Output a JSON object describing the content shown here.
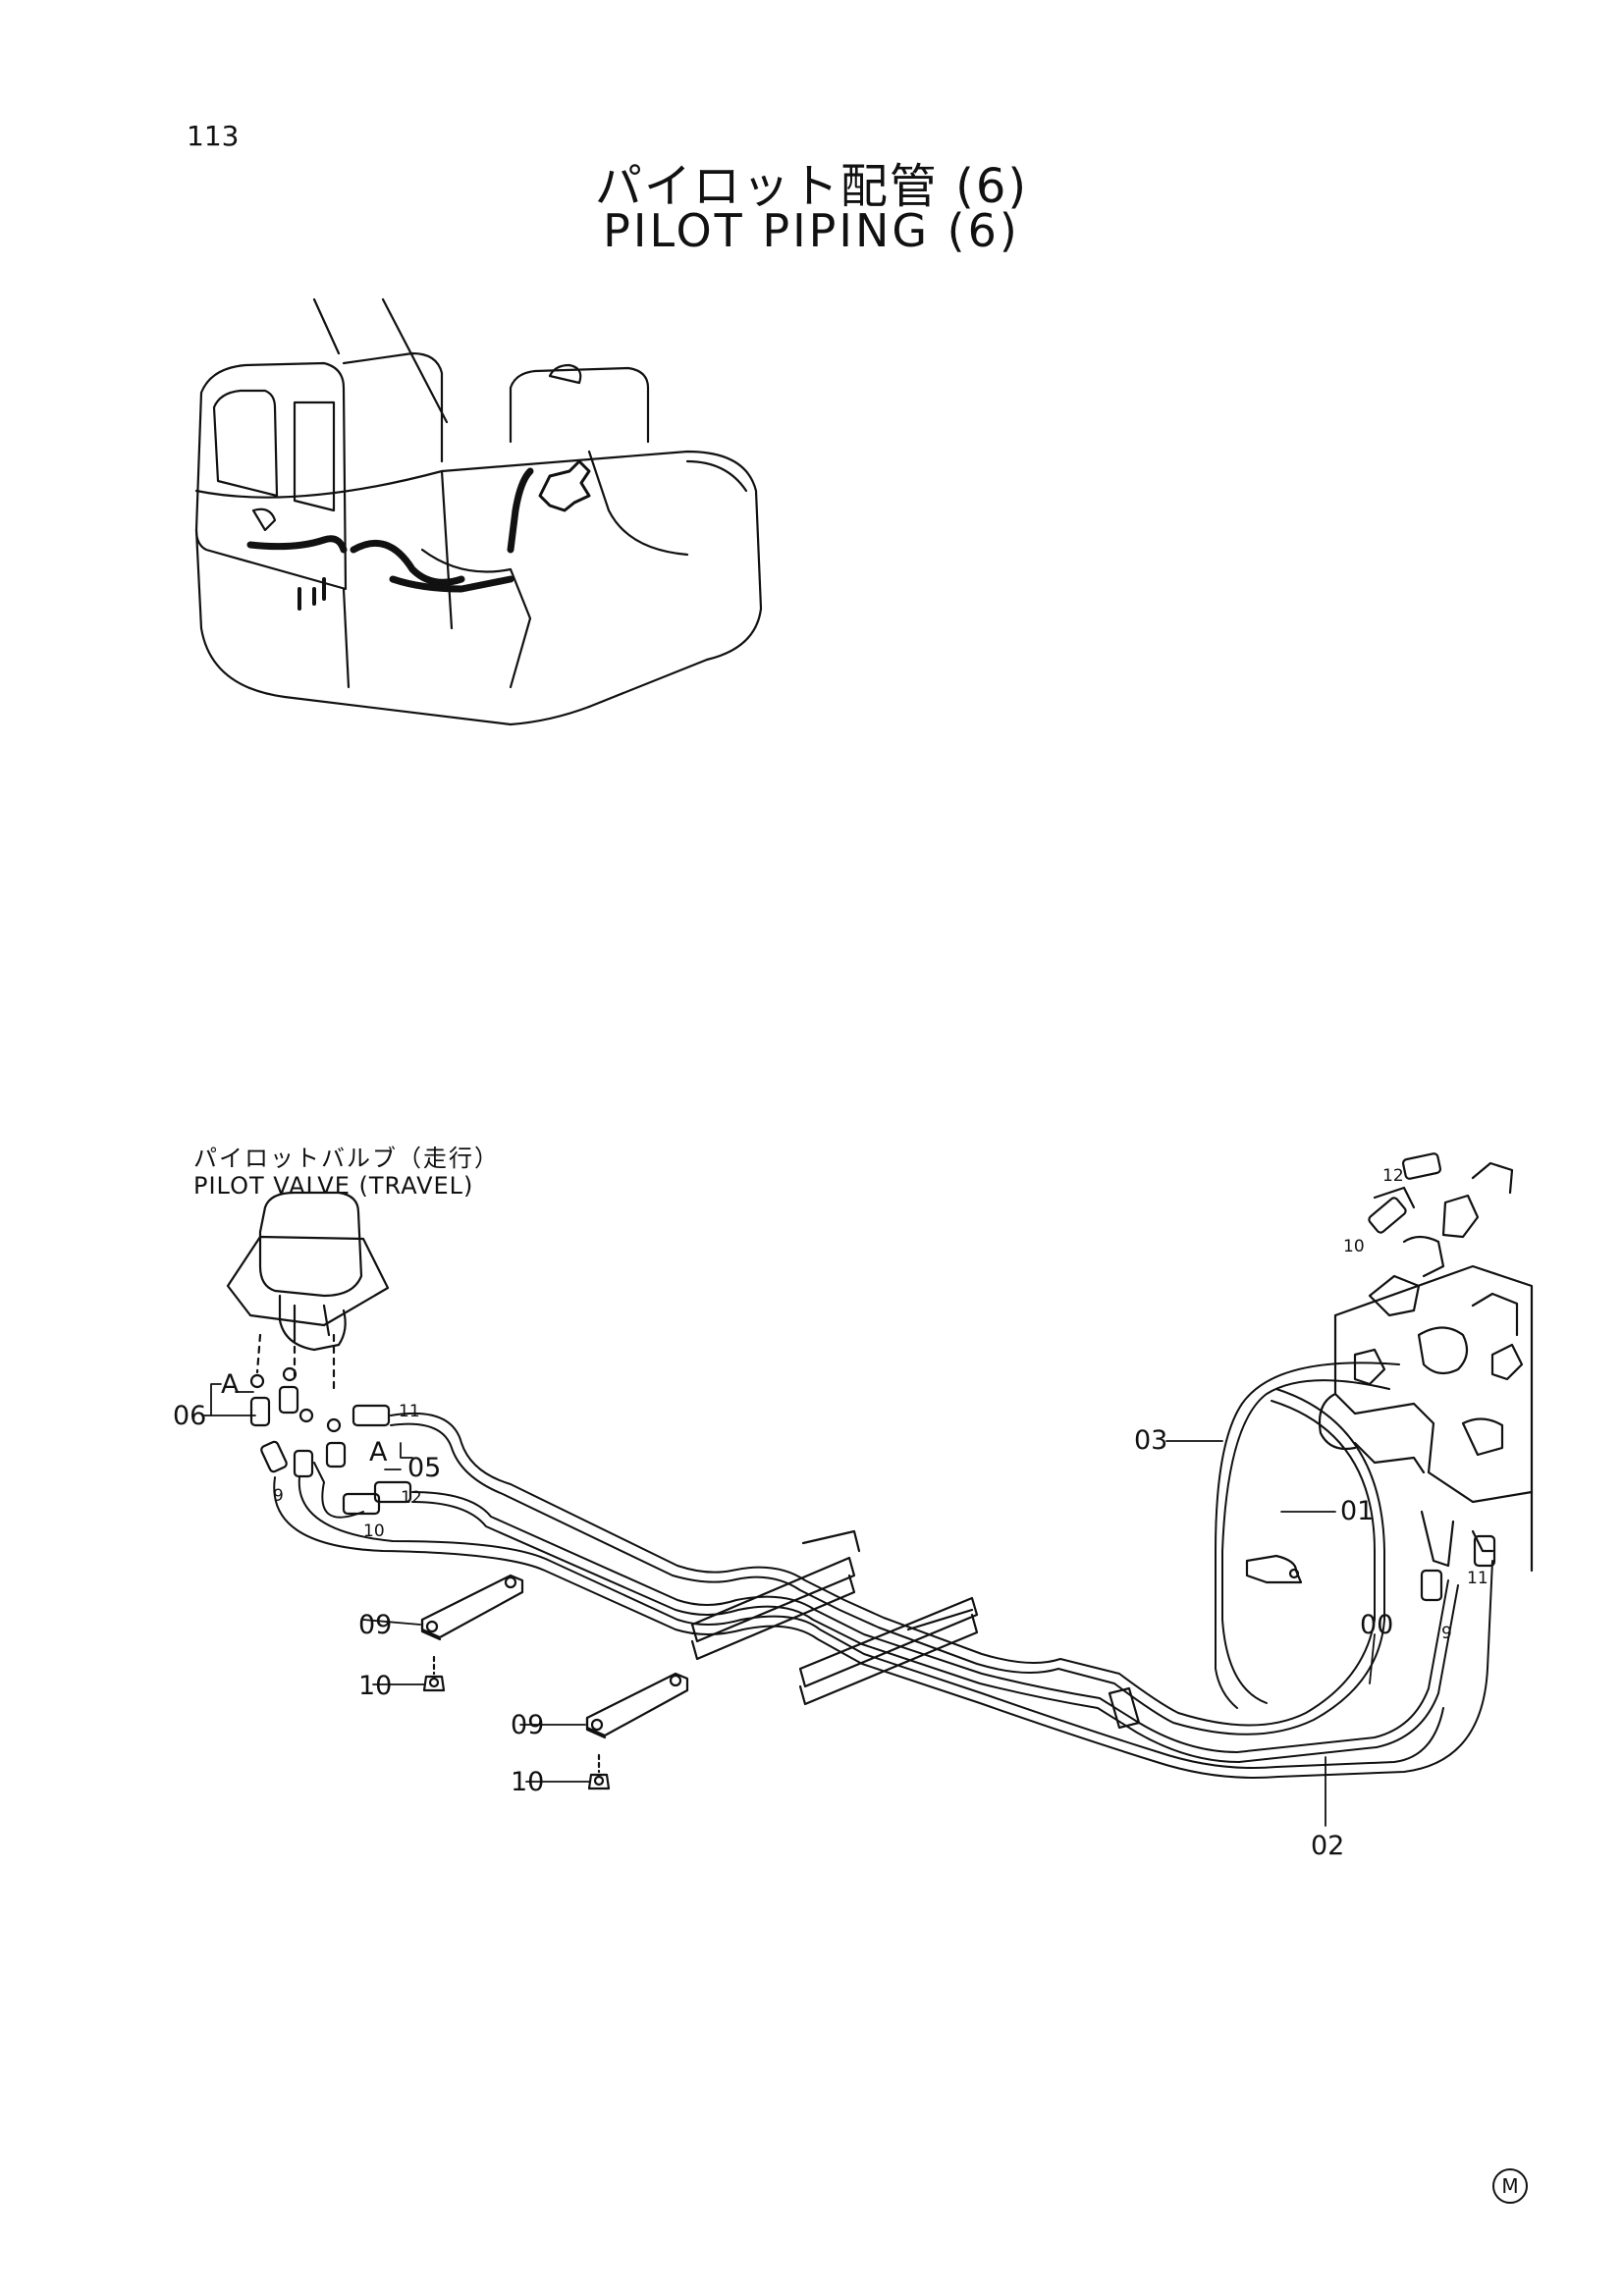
{
  "header": {
    "page_number": "113",
    "title_ja": "パイロット配管 (6)",
    "title_en": "PILOT PIPING (6)"
  },
  "diagram": {
    "component_label_ja": "パイロットバルブ（走行）",
    "component_label_en": "PILOT VALVE (TRAVEL)",
    "callouts": {
      "c00": "00",
      "c01": "01",
      "c02": "02",
      "c03": "03",
      "c05": "05",
      "c06": "06",
      "c09a": "09",
      "c09b": "09",
      "c10a": "10",
      "c10b": "10"
    },
    "small_labels": {
      "s9a": "9",
      "s10a": "10",
      "s11a": "11",
      "s12a": "12",
      "s9b": "9",
      "s10b": "10",
      "s11b": "11",
      "s12b": "12"
    },
    "view_markers": {
      "a1": "A",
      "a2": "A"
    }
  },
  "footer": {
    "mark": "M"
  }
}
